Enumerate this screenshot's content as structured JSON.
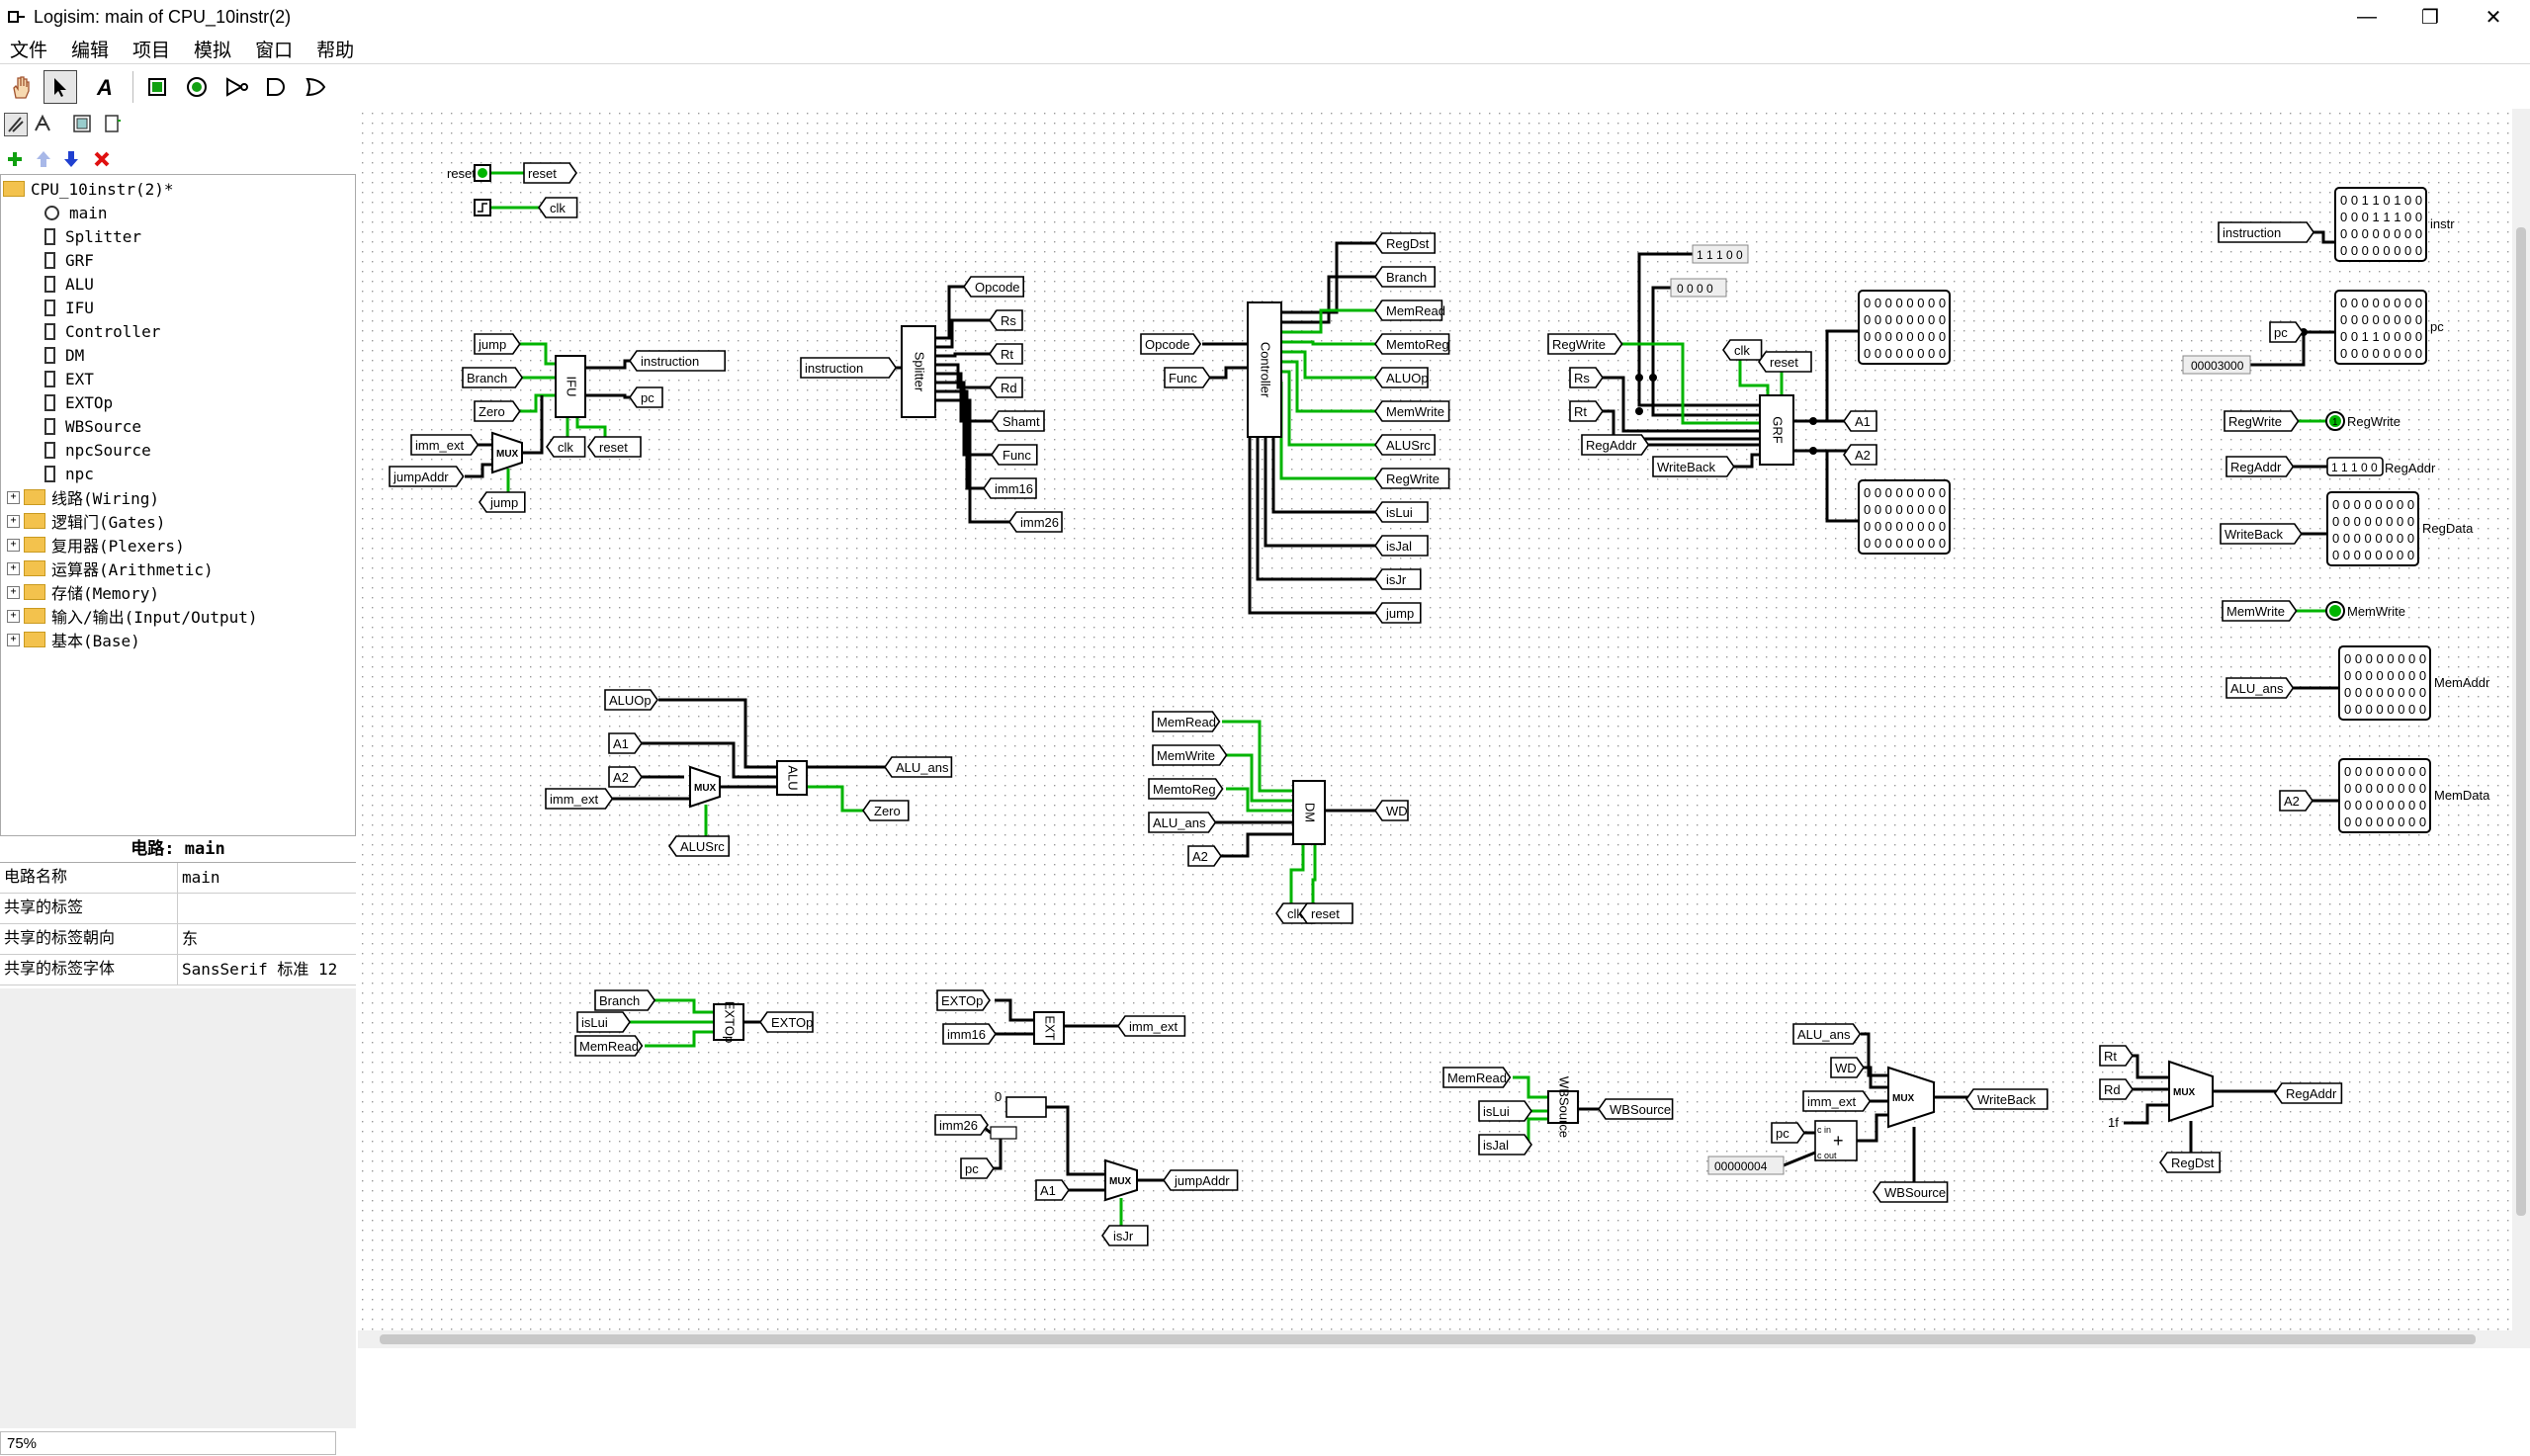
{
  "window": {
    "title": "Logisim: main of CPU_10instr(2)",
    "minimize": "—",
    "maximize": "❐",
    "close": "✕"
  },
  "menu": [
    "文件",
    "编辑",
    "项目",
    "模拟",
    "窗口",
    "帮助"
  ],
  "tree": {
    "project": "CPU_10instr(2)*",
    "circuits": [
      "main",
      "Splitter",
      "GRF",
      "ALU",
      "IFU",
      "Controller",
      "DM",
      "EXT",
      "EXTOp",
      "WBSource",
      "npcSource",
      "npc"
    ],
    "libraries": [
      "线路(Wiring)",
      "逻辑门(Gates)",
      "复用器(Plexers)",
      "运算器(Arithmetic)",
      "存储(Memory)",
      "输入/输出(Input/Output)",
      "基本(Base)"
    ]
  },
  "attributes": {
    "header": "电路: main",
    "rows": [
      {
        "key": "电路名称",
        "value": "main"
      },
      {
        "key": "共享的标签",
        "value": ""
      },
      {
        "key": "共享的标签朝向",
        "value": "东"
      },
      {
        "key": "共享的标签字体",
        "value": "SansSerif 标准 12"
      }
    ]
  },
  "zoom": "75%",
  "colors": {
    "wire_off": "#000000",
    "wire_on": "#00b400",
    "grid_dot": "#9a9a9a",
    "toolbar_green": "#10a010",
    "delete_red": "#e01010",
    "arrow_blue": "#2040d0"
  },
  "circuit": {
    "top_labels": [
      "reset",
      "reset",
      "clk"
    ],
    "ifu": {
      "name": "IFU",
      "inputs": [
        "jump",
        "Branch",
        "Zero"
      ],
      "outputs": [
        "instruction",
        "pc"
      ],
      "bottom": [
        "clk",
        "reset"
      ],
      "mux_inputs": [
        "imm_ext",
        "jumpAddr"
      ],
      "mux_sel": "jump",
      "mux": "MUX"
    },
    "splitter": {
      "name": "Splitter",
      "input": "instruction",
      "outputs": [
        "Opcode",
        "Rs",
        "Rt",
        "Rd",
        "Shamt",
        "Func",
        "imm16",
        "imm26"
      ]
    },
    "controller": {
      "name": "Controller",
      "inputs": [
        "Opcode",
        "Func"
      ],
      "outputs": [
        "RegDst",
        "Branch",
        "MemRead",
        "MemtoReg",
        "ALUOp",
        "MemWrite",
        "ALUSrc",
        "RegWrite",
        "isLui",
        "isJal",
        "isJr",
        "jump"
      ]
    },
    "grf": {
      "name": "GRF",
      "const1": "1 1 1 0 0",
      "const2": "0 0 0 0",
      "inputs": [
        "RegWrite",
        "Rs",
        "Rt",
        "RegAddr",
        "WriteBack"
      ],
      "top": [
        "clk",
        "reset"
      ],
      "outputs": [
        "A1",
        "A2"
      ],
      "probe_digits": "0 0 0 0 0 0 0 0"
    },
    "probes": {
      "instr": {
        "label": "instr",
        "tag": "instruction",
        "rows": [
          "0 0 1 1 0 1 0 0",
          "0 0 0 1 1 1 0 0",
          "0 0 0 0 0 0 0 0",
          "0 0 0 0 0 0 0 0"
        ]
      },
      "pc": {
        "label": "pc",
        "tag": "pc",
        "rows": [
          "0 0 0 0 0 0 0 0",
          "0 0 0 0 0 0 0 0",
          "0 0 1 1 0 0 0 0",
          "0 0 0 0 0 0 0 0"
        ],
        "const": "00003000"
      },
      "regwrite": {
        "tag": "RegWrite",
        "label": "RegWrite",
        "value": "1"
      },
      "regaddr": {
        "tag": "RegAddr",
        "label": "RegAddr",
        "value": "1 1 1 0 0"
      },
      "regdata": {
        "tag": "WriteBack",
        "label": "RegData",
        "rows": [
          "0 0 0 0 0 0 0 0",
          "0 0 0 0 0 0 0 0",
          "0 0 0 0 0 0 0 0",
          "0 0 0 0 0 0 0 0"
        ]
      },
      "memwrite": {
        "tag": "MemWrite",
        "label": "MemWrite",
        "value": "0"
      },
      "memaddr": {
        "tag": "ALU_ans",
        "label": "MemAddr",
        "rows": [
          "0 0 0 0 0 0 0 0",
          "0 0 0 0 0 0 0 0",
          "0 0 0 0 0 0 0 0",
          "0 0 0 0 0 0 0 0"
        ]
      },
      "memdata": {
        "tag": "A2",
        "label": "MemData",
        "rows": [
          "0 0 0 0 0 0 0 0",
          "0 0 0 0 0 0 0 0",
          "0 0 0 0 0 0 0 0",
          "0 0 0 0 0 0 0 0"
        ]
      }
    },
    "alu": {
      "name": "ALU",
      "inputs": [
        "ALUOp",
        "A1",
        "A2",
        "imm_ext"
      ],
      "sel": "ALUSrc",
      "outputs": [
        "ALU_ans",
        "Zero"
      ],
      "mux": "MUX"
    },
    "dm": {
      "name": "DM",
      "inputs": [
        "MemRead",
        "MemWrite",
        "MemtoReg",
        "ALU_ans",
        "A2"
      ],
      "output": "WD",
      "bottom": [
        "clk",
        "reset"
      ]
    },
    "extop": {
      "name": "EXTOp",
      "inputs": [
        "Branch",
        "isLui",
        "MemRead"
      ],
      "output": "EXTOp"
    },
    "ext": {
      "name": "EXT",
      "inputs": [
        "EXTOp",
        "imm16"
      ],
      "output": "imm_ext"
    },
    "npc": {
      "const": "0",
      "inputs": [
        "imm26",
        "pc",
        "A1"
      ],
      "sel": "isJr",
      "output": "jumpAddr",
      "mux": "MUX"
    },
    "wbsource": {
      "name": "WBSource",
      "inputs": [
        "MemRead",
        "isLui",
        "isJal"
      ],
      "output": "WBSource"
    },
    "wbmux": {
      "inputs": [
        "ALU_ans",
        "WD",
        "imm_ext",
        "pc"
      ],
      "const": "00000004",
      "sel": "WBSource",
      "output": "WriteBack",
      "mux": "MUX",
      "adder_in": "c in",
      "adder_out": "c out"
    },
    "regmux": {
      "inputs": [
        "Rt",
        "Rd",
        "1f"
      ],
      "sel": "RegDst",
      "output": "RegAddr",
      "mux": "MUX"
    }
  }
}
